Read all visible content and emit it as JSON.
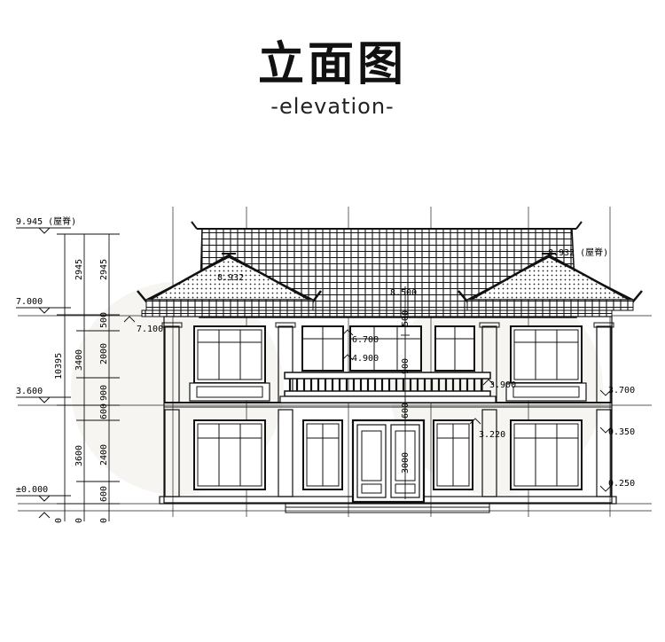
{
  "header": {
    "title": "立面图",
    "subtitle": "-elevation-"
  },
  "levels": {
    "ridge": "9.945 (屋脊)",
    "eave_top": "7.000",
    "second_floor": "3.600",
    "ground": "±0.000",
    "left_eave": "7.100",
    "gable_ridge": "8.932 (屋脊)",
    "window_top": "6.700",
    "balcony_top": "4.900",
    "rail_top": "3.900",
    "slab": "3.700",
    "door_top": "3.220",
    "sill": "0.350",
    "plinth": "0.250",
    "gable_label": "8.932",
    "center_label": "8.500"
  },
  "dims": {
    "total": "10395",
    "roof": "2945",
    "roof_b": "2945",
    "upper": "3400",
    "lower": "3600",
    "d500": "500",
    "d2000": "2000",
    "d900": "900",
    "d600a": "600",
    "d2400": "2400",
    "d600b": "600",
    "zero_a": "0",
    "zero_b": "0",
    "zero_c": "0"
  },
  "door_dims": {
    "door_height": "3000",
    "window_mid": "900",
    "d600": "600",
    "d500": "500"
  }
}
